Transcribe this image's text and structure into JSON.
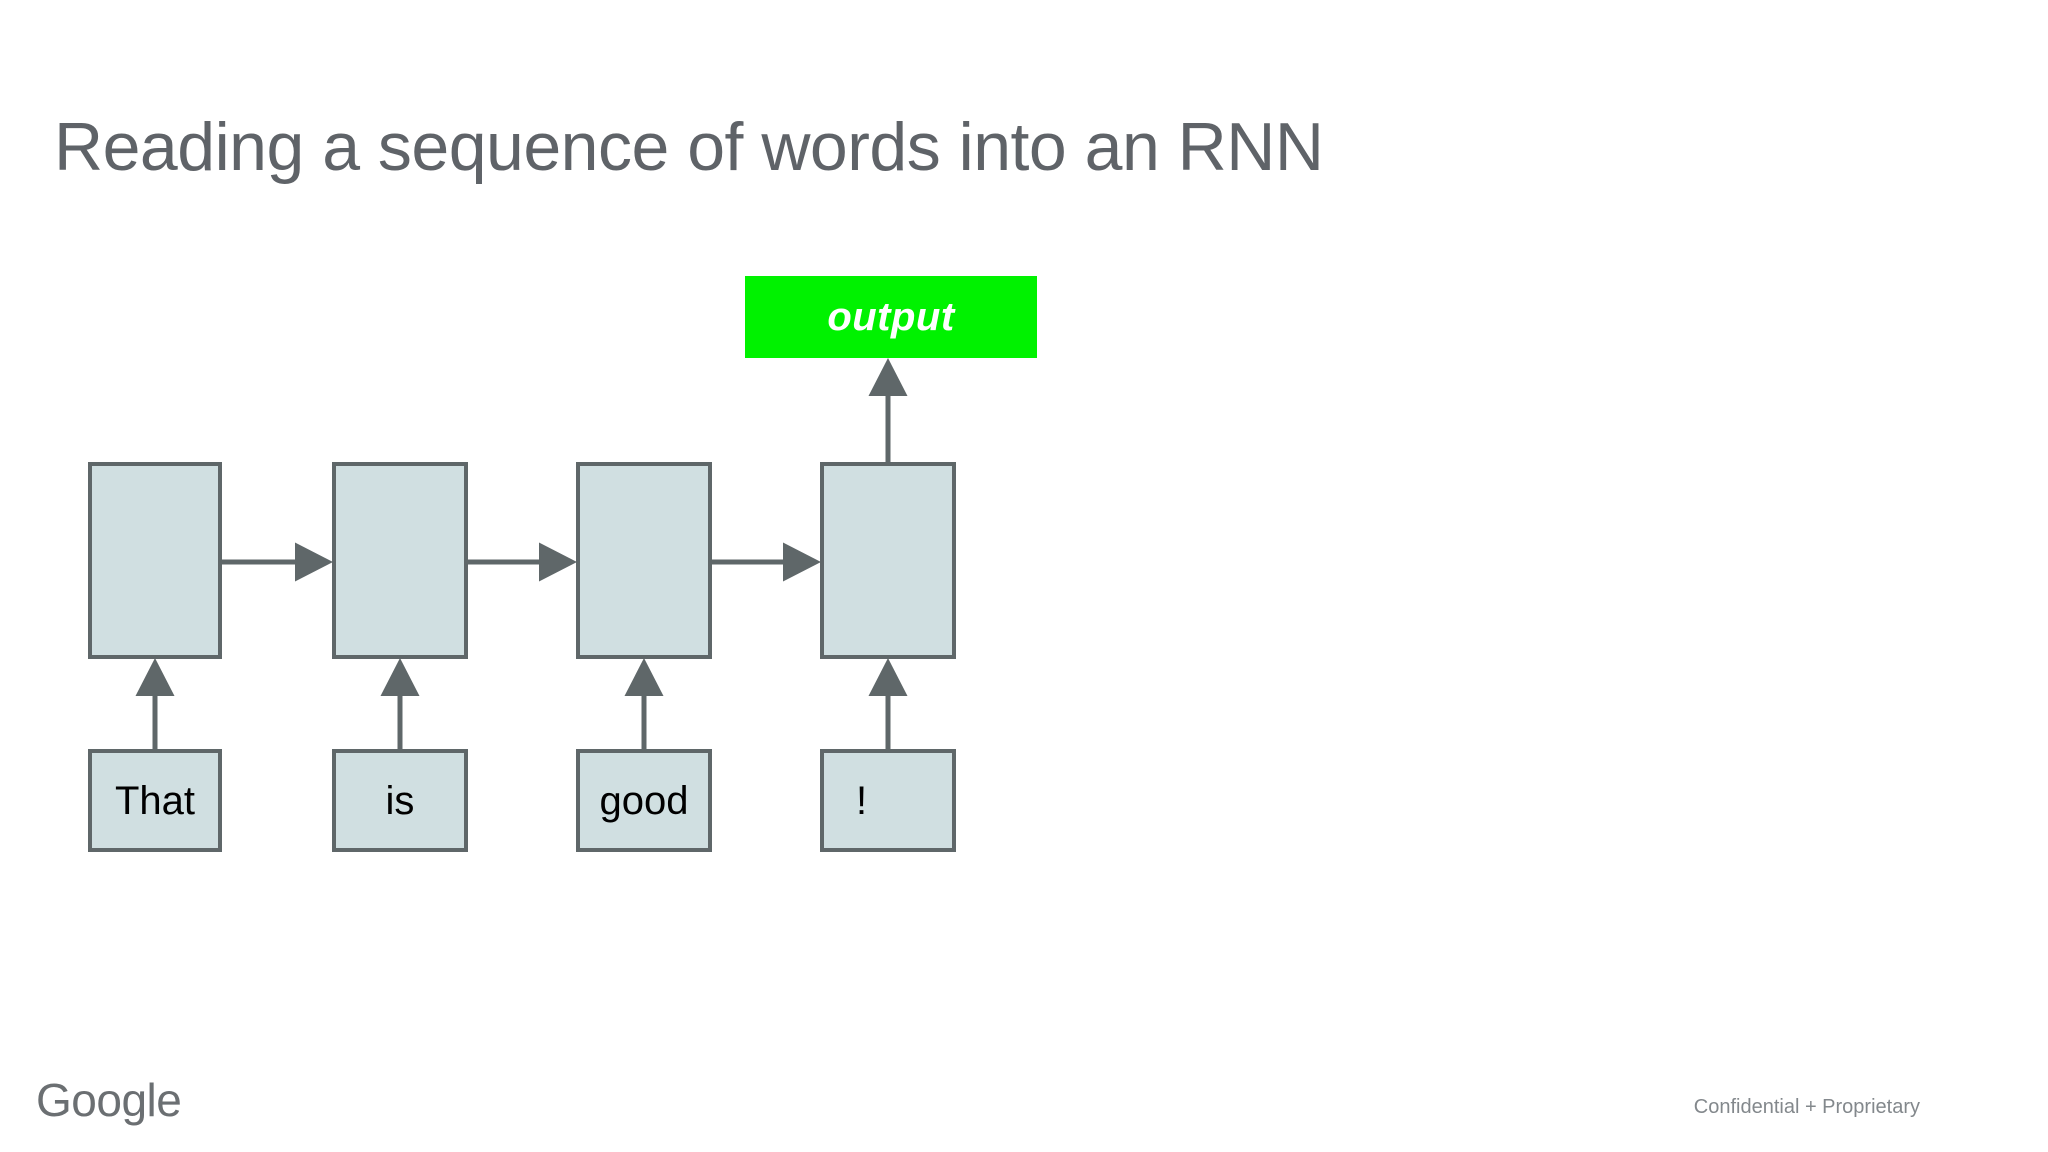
{
  "slide": {
    "title": "Reading a sequence of words into an RNN",
    "background_color": "#ffffff",
    "title_color": "#5f6368"
  },
  "diagram": {
    "type": "rnn-unrolled-sequence",
    "cell_fill_color": "#d0dfe1",
    "cell_border_color": "#5f6769",
    "arrow_color": "#5f6769",
    "output": {
      "label": "output",
      "fill_color": "#00f200",
      "text_color": "#ffffff"
    },
    "cells": [
      {
        "name": "rnn-cell-1",
        "label": ""
      },
      {
        "name": "rnn-cell-2",
        "label": ""
      },
      {
        "name": "rnn-cell-3",
        "label": ""
      },
      {
        "name": "rnn-cell-4",
        "label": ""
      }
    ],
    "words": [
      {
        "name": "word-box-1",
        "label": "That"
      },
      {
        "name": "word-box-2",
        "label": "is"
      },
      {
        "name": "word-box-3",
        "label": "good"
      },
      {
        "name": "word-box-4",
        "label": "!"
      }
    ]
  },
  "footer": {
    "logo_text": "Google",
    "note": "Confidential + Proprietary",
    "note_color": "#83888c"
  }
}
